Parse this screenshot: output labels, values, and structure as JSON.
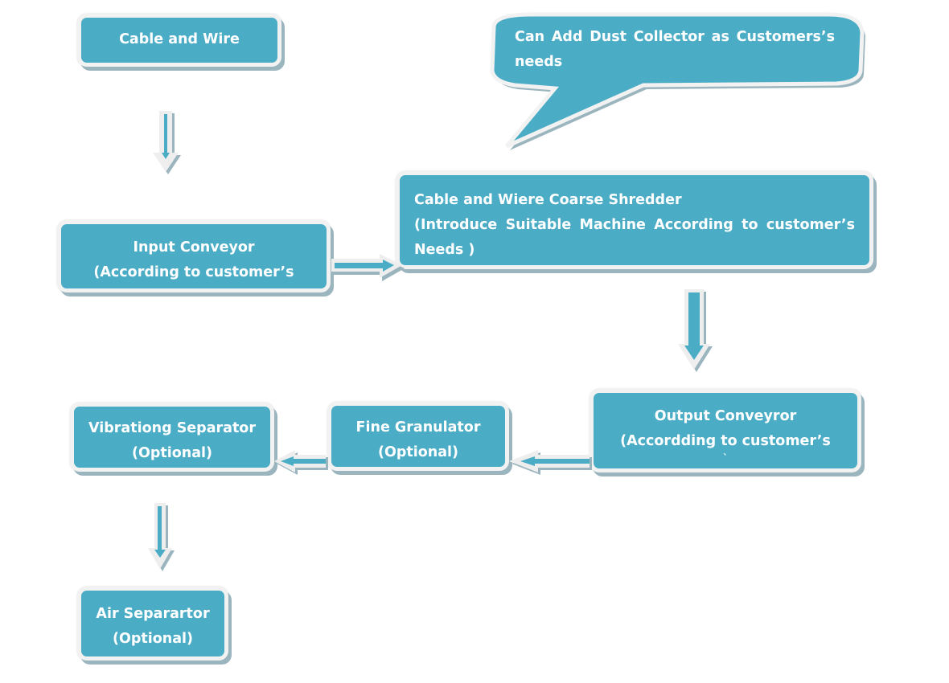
{
  "colors": {
    "box_fill": "#4bacc6",
    "box_border": "#f2f2f2",
    "shadow": "#9bb5bf",
    "text": "#ffffff",
    "arrow_outline": "#eeeeee"
  },
  "nodes": {
    "cable_and_wire": {
      "lines": [
        "Cable and Wire"
      ]
    },
    "input_conveyor": {
      "lines": [
        "Input Conveyor",
        "(According to customer’s"
      ]
    },
    "coarse_shredder": {
      "lines": [
        "Cable and Wiere Coarse Shredder",
        "(Introduce Suitable Machine According to customer’s",
        "Needs )"
      ]
    },
    "output_conveyor": {
      "lines": [
        "Output Conveyror",
        "(Accordding to customer’s",
        "`"
      ]
    },
    "fine_granulator": {
      "lines": [
        "Fine Granulator",
        "(Optional)"
      ]
    },
    "vibrating_separator": {
      "lines": [
        "Vibrationg Separator",
        "(Optional)"
      ]
    },
    "air_separator": {
      "lines": [
        "Air Separartor",
        "(Optional)"
      ]
    }
  },
  "callout": {
    "text": "Can Add Dust Collector as Customers’s needs"
  },
  "edges": [
    {
      "from": "cable_and_wire",
      "to": "input_conveyor",
      "direction": "down"
    },
    {
      "from": "input_conveyor",
      "to": "coarse_shredder",
      "direction": "right"
    },
    {
      "from": "coarse_shredder",
      "to": "output_conveyor",
      "direction": "down"
    },
    {
      "from": "output_conveyor",
      "to": "fine_granulator",
      "direction": "left"
    },
    {
      "from": "fine_granulator",
      "to": "vibrating_separator",
      "direction": "left"
    },
    {
      "from": "vibrating_separator",
      "to": "air_separator",
      "direction": "down"
    }
  ]
}
